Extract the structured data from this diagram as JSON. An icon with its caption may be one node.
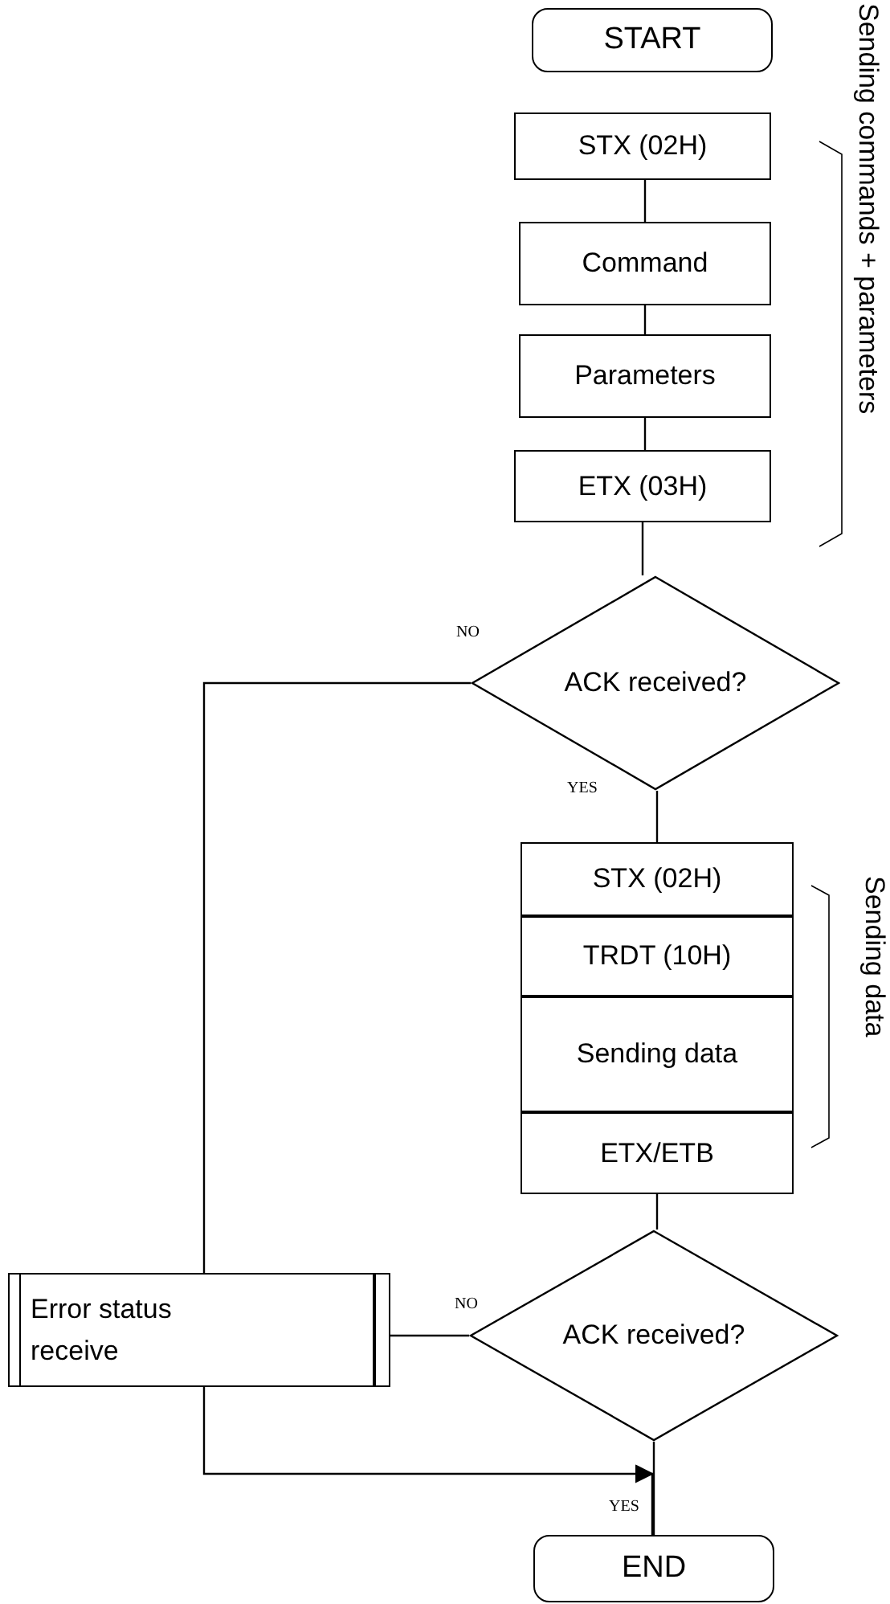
{
  "diagram": {
    "nodes": [
      {
        "text": [
          "START"
        ]
      },
      {
        "text": [
          "STX (02H)"
        ]
      },
      {
        "text": [
          "Command"
        ]
      },
      {
        "text": [
          "Parameters"
        ]
      },
      {
        "text": [
          "ETX (03H)"
        ]
      },
      {
        "text": [
          "ACK received?"
        ]
      },
      {
        "text": [
          "STX (02H)"
        ]
      },
      {
        "text": [
          "TRDT (10H)"
        ]
      },
      {
        "text": [
          "Sending data"
        ]
      },
      {
        "text": [
          "ETX/ETB"
        ]
      },
      {
        "text": [
          "Error status receive"
        ]
      },
      {
        "text": [
          "ACK received?"
        ]
      },
      {
        "text": [
          "END"
        ]
      }
    ],
    "edges": [
      {
        "from": 1,
        "to": 2,
        "arrow": "none"
      },
      {
        "from": 2,
        "to": 3,
        "arrow": "none"
      },
      {
        "from": 3,
        "to": 4,
        "arrow": "none"
      },
      {
        "from": 4,
        "to": 5,
        "arrow": "none"
      },
      {
        "from": 5,
        "to": 6,
        "arrow": "none",
        "label": "YES"
      },
      {
        "from": 5,
        "to": 10,
        "arrow": "none",
        "label": "NO"
      },
      {
        "from": 9,
        "to": 11,
        "arrow": "none"
      },
      {
        "from": 11,
        "to": 10,
        "arrow": "none",
        "label": "NO"
      },
      {
        "from": 11,
        "to": 12,
        "arrow": "none",
        "label": "YES"
      },
      {
        "from": 10,
        "to": 12,
        "arrow": "to"
      }
    ],
    "labels": [
      "Sending commands + parameters",
      "Sending data"
    ]
  }
}
